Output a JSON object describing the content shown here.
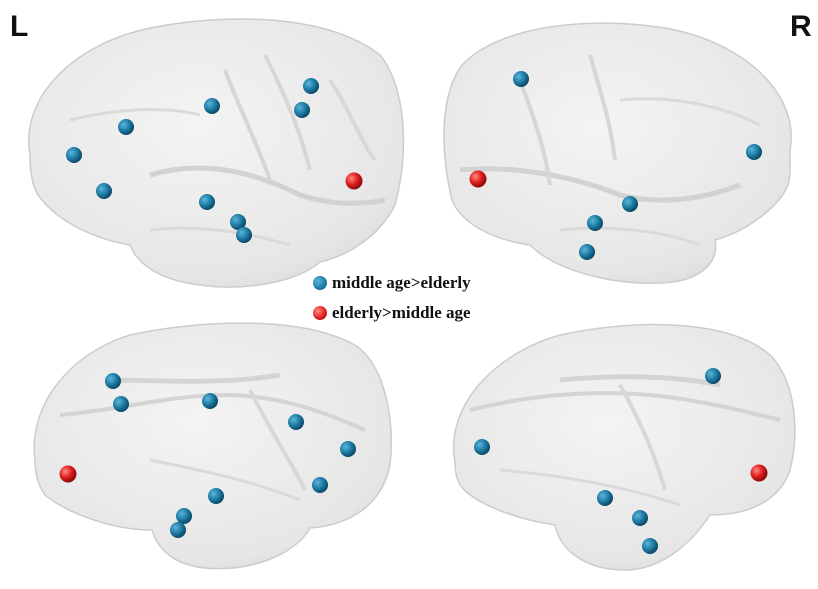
{
  "hemisphere_labels": {
    "left": "L",
    "right": "R"
  },
  "legend": [
    {
      "key": "middle_age_gt_elderly",
      "label": "middle age>elderly",
      "color": "#1f7fa8"
    },
    {
      "key": "elderly_gt_middle_age",
      "label": "elderly>middle age",
      "color": "#e0201e"
    }
  ],
  "colors": {
    "brain_fill": "#e9e9e9",
    "brain_stroke": "#c9c9c9",
    "sulcus": "#d6d6d6"
  },
  "panels": [
    {
      "id": "left-lateral",
      "view": "left hemisphere, lateral view"
    },
    {
      "id": "right-lateral",
      "view": "right hemisphere, lateral view"
    },
    {
      "id": "left-medial",
      "view": "left hemisphere, medial view"
    },
    {
      "id": "right-medial",
      "view": "right hemisphere, medial view"
    }
  ]
}
